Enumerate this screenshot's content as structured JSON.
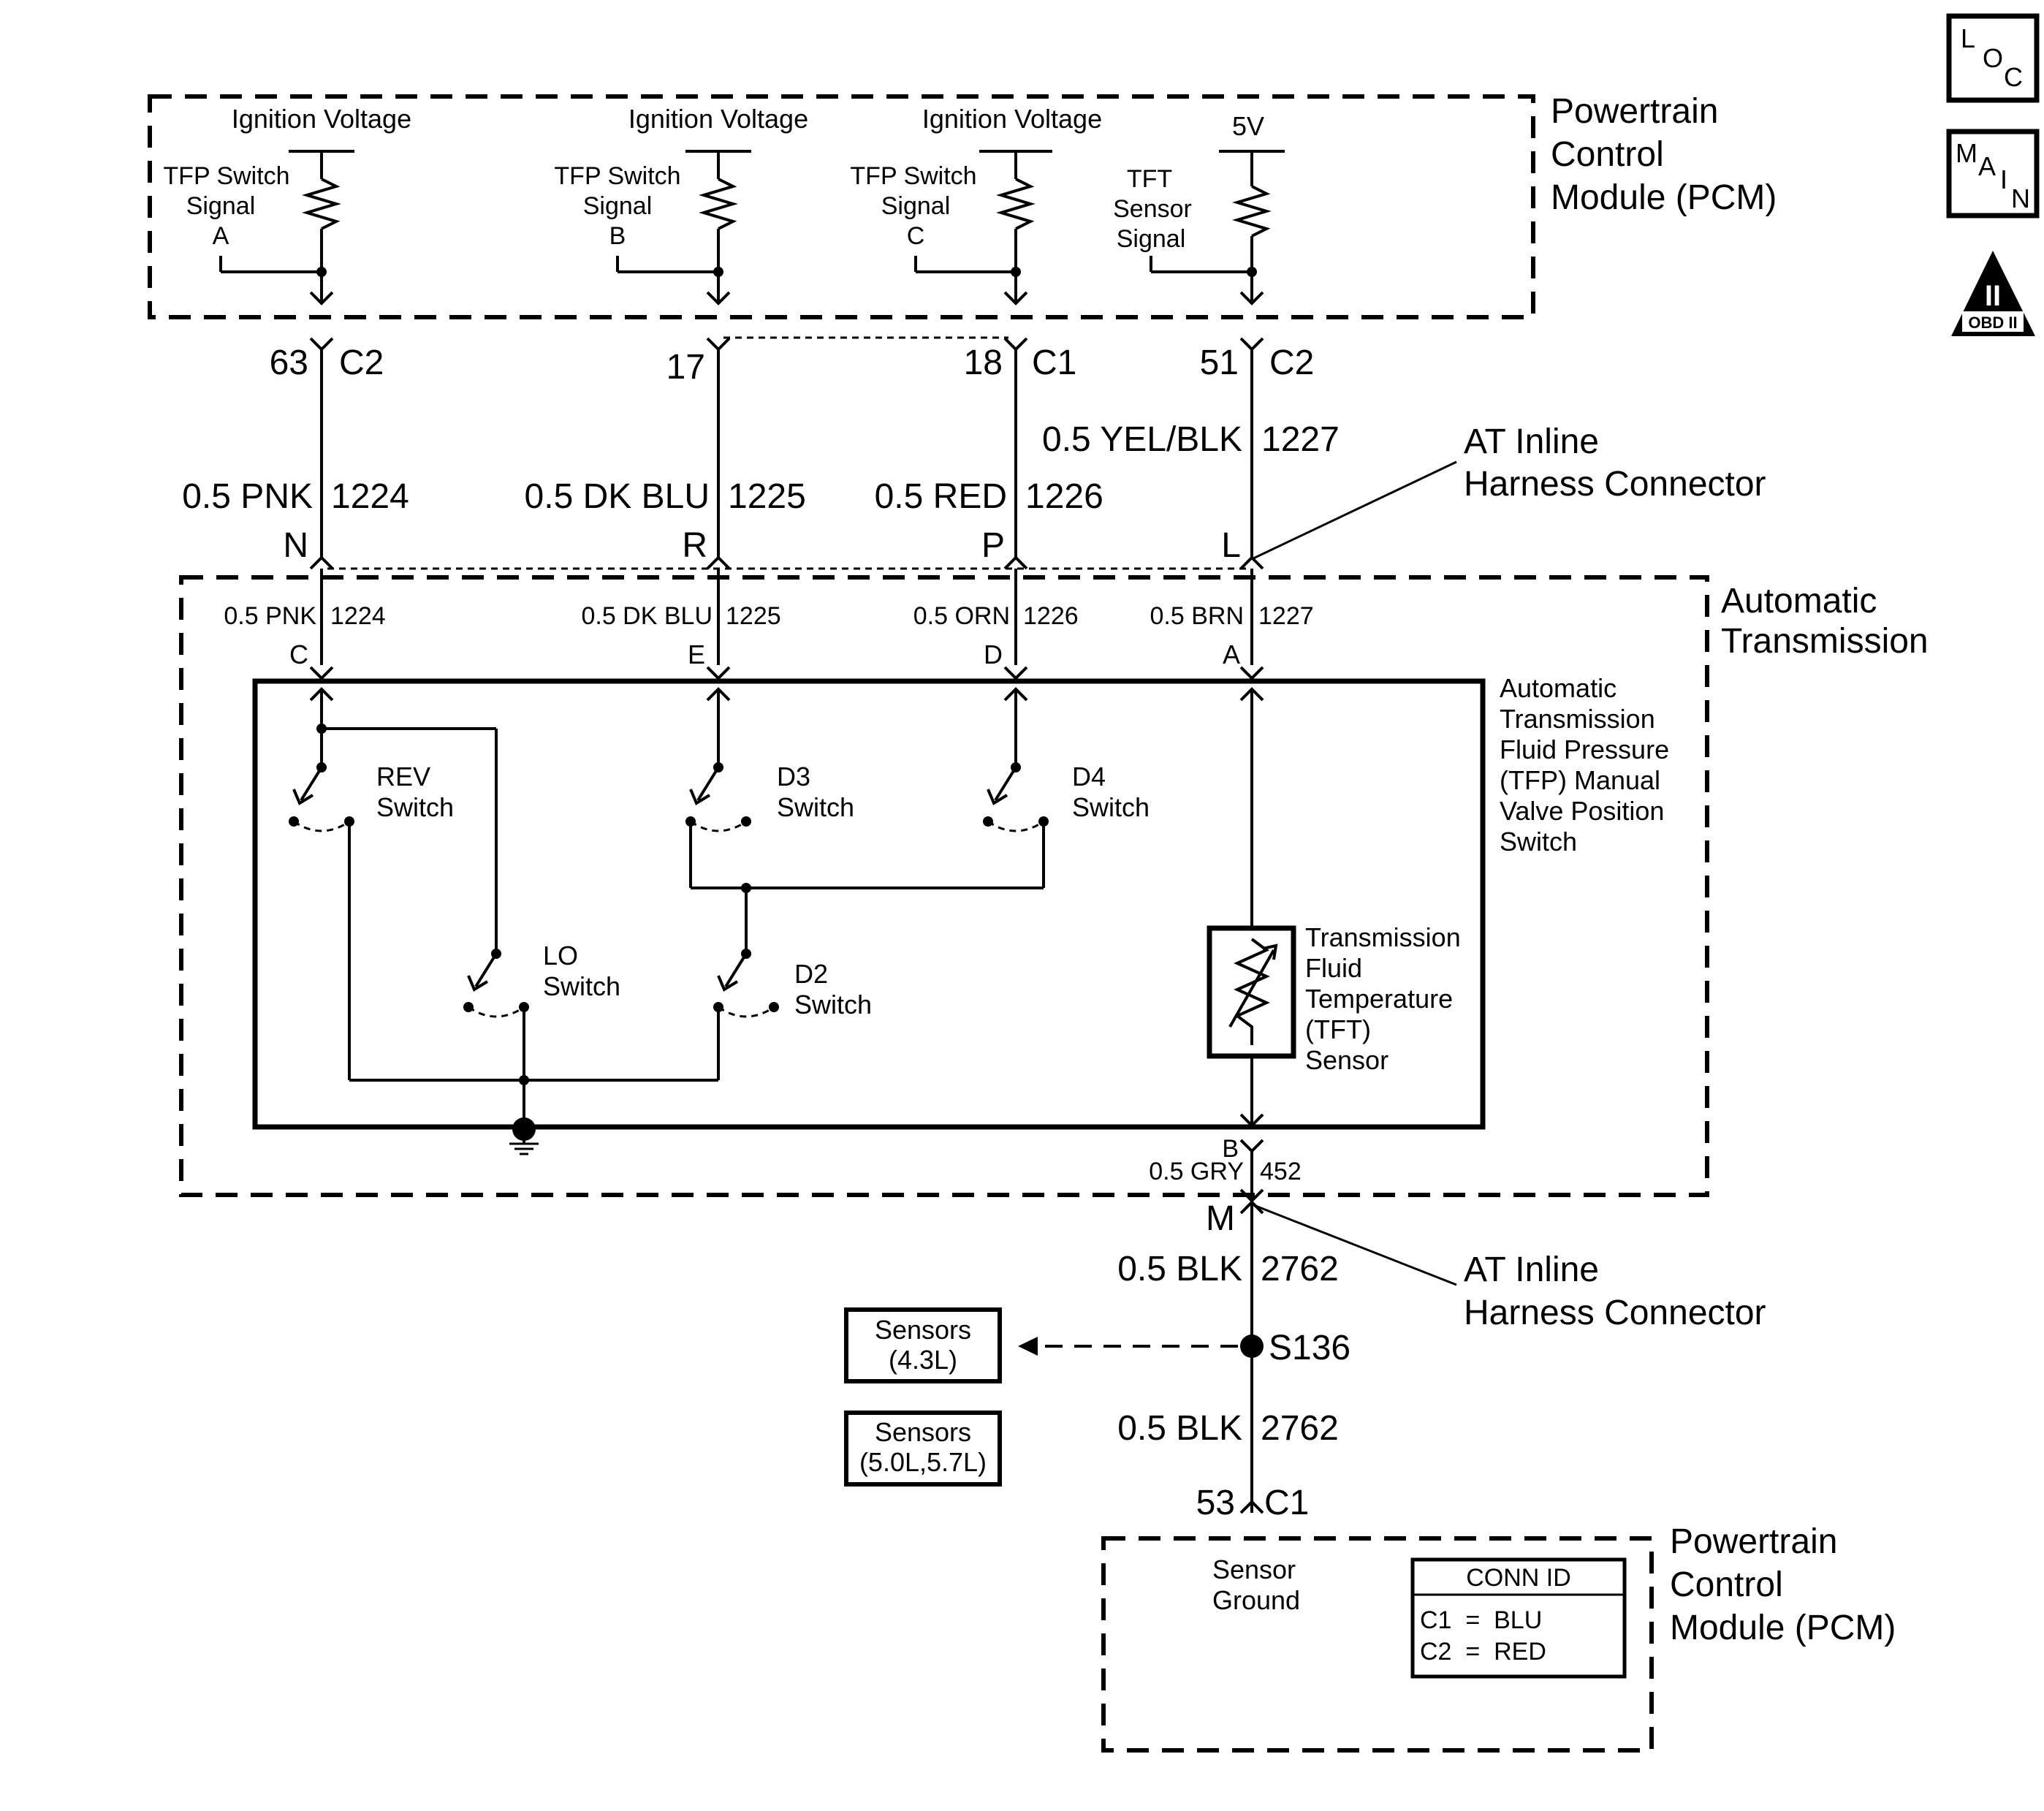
{
  "pcm_top": {
    "module_lines": [
      "Powertrain",
      "Control",
      "Module (PCM)"
    ],
    "circuits": [
      {
        "supply": "Ignition Voltage",
        "signal_lines": [
          "TFP Switch",
          "Signal",
          "A"
        ]
      },
      {
        "supply": "Ignition Voltage",
        "signal_lines": [
          "TFP Switch",
          "Signal",
          "B"
        ]
      },
      {
        "supply": "Ignition Voltage",
        "signal_lines": [
          "TFP Switch",
          "Signal",
          "C"
        ]
      },
      {
        "supply": "5V",
        "signal_lines": [
          "TFT",
          "Sensor",
          "Signal"
        ]
      }
    ]
  },
  "pcm_pins": [
    {
      "pin": "63",
      "conn": "C2"
    },
    {
      "pin": "17",
      "conn": ""
    },
    {
      "pin": "18",
      "conn": "C1"
    },
    {
      "pin": "51",
      "conn": "C2"
    }
  ],
  "wires_upper": [
    {
      "color": "0.5 PNK",
      "circuit": "1224"
    },
    {
      "color": "0.5 DK BLU",
      "circuit": "1225"
    },
    {
      "color": "0.5 RED",
      "circuit": "1226"
    },
    {
      "color": "0.5 YEL/BLK",
      "circuit": "1227"
    }
  ],
  "inline_pins_upper": [
    "N",
    "R",
    "P",
    "L"
  ],
  "inline_connector_label": [
    "AT Inline",
    "Harness Connector"
  ],
  "transmission_label": [
    "Automatic",
    "Transmission"
  ],
  "wires_trans": [
    {
      "color": "0.5 PNK",
      "circuit": "1224",
      "pin": "C"
    },
    {
      "color": "0.5 DK BLU",
      "circuit": "1225",
      "pin": "E"
    },
    {
      "color": "0.5 ORN",
      "circuit": "1226",
      "pin": "D"
    },
    {
      "color": "0.5 BRN",
      "circuit": "1227",
      "pin": "A"
    }
  ],
  "tfp_switch_label": [
    "Automatic",
    "Transmission",
    "Fluid Pressure",
    "(TFP) Manual",
    "Valve Position",
    "Switch"
  ],
  "switches": {
    "rev": [
      "REV",
      "Switch"
    ],
    "d3": [
      "D3",
      "Switch"
    ],
    "d4": [
      "D4",
      "Switch"
    ],
    "lo": [
      "LO",
      "Switch"
    ],
    "d2": [
      "D2",
      "Switch"
    ]
  },
  "tft_sensor_label": [
    "Transmission",
    "Fluid",
    "Temperature",
    "(TFT)",
    "Sensor"
  ],
  "lower_wire": {
    "pin_b": "B",
    "color": "0.5 GRY",
    "circuit": "452",
    "inline_pin": "M"
  },
  "ground_wire_1": {
    "color": "0.5 BLK",
    "circuit": "2762"
  },
  "splice": "S136",
  "sensor_boxes": [
    [
      "Sensors",
      "(4.3L)"
    ],
    [
      "Sensors",
      "(5.0L,5.7L)"
    ]
  ],
  "ground_wire_2": {
    "color": "0.5 BLK",
    "circuit": "2762"
  },
  "pcm_bottom_pin": {
    "pin": "53",
    "conn": "C1"
  },
  "pcm_bottom": {
    "module_lines": [
      "Powertrain",
      "Control",
      "Module (PCM)"
    ],
    "sensor_ground": [
      "Sensor",
      "Ground"
    ],
    "conn_id_title": "CONN ID",
    "conn_id_rows": [
      "C1  =  BLU",
      "C2  =  RED"
    ]
  },
  "badges": {
    "loc": [
      "L",
      "O",
      "C"
    ],
    "main": [
      "M",
      "A",
      "I",
      "N"
    ],
    "obd": [
      "II",
      "OBD II"
    ]
  }
}
